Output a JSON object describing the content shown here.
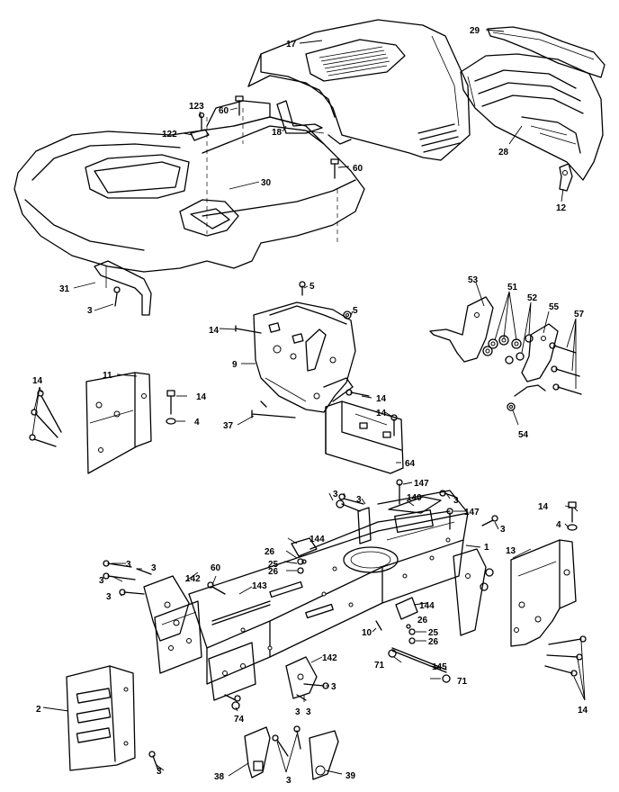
{
  "colors": {
    "line": "#000000",
    "background": "#ffffff"
  },
  "callouts": [
    {
      "id": "c1",
      "text": "1"
    },
    {
      "id": "c2",
      "text": "2"
    },
    {
      "id": "c3a",
      "text": "3"
    },
    {
      "id": "c3b",
      "text": "3"
    },
    {
      "id": "c3c",
      "text": "3"
    },
    {
      "id": "c3d",
      "text": "3"
    },
    {
      "id": "c3e",
      "text": "3"
    },
    {
      "id": "c3f",
      "text": "3"
    },
    {
      "id": "c3g",
      "text": "3"
    },
    {
      "id": "c3h",
      "text": "3"
    },
    {
      "id": "c3i",
      "text": "3"
    },
    {
      "id": "c3j",
      "text": "3"
    },
    {
      "id": "c3k",
      "text": "3"
    },
    {
      "id": "c3l",
      "text": "3"
    },
    {
      "id": "c3m",
      "text": "3"
    },
    {
      "id": "c3n",
      "text": "3"
    },
    {
      "id": "c4a",
      "text": "4"
    },
    {
      "id": "c4b",
      "text": "4"
    },
    {
      "id": "c5a",
      "text": "5"
    },
    {
      "id": "c5b",
      "text": "5"
    },
    {
      "id": "c9",
      "text": "9"
    },
    {
      "id": "c10",
      "text": "10"
    },
    {
      "id": "c11",
      "text": "11"
    },
    {
      "id": "c12",
      "text": "12"
    },
    {
      "id": "c13",
      "text": "13"
    },
    {
      "id": "c14a",
      "text": "14"
    },
    {
      "id": "c14b",
      "text": "14"
    },
    {
      "id": "c14c",
      "text": "14"
    },
    {
      "id": "c14d",
      "text": "14"
    },
    {
      "id": "c14e",
      "text": "14"
    },
    {
      "id": "c14f",
      "text": "14"
    },
    {
      "id": "c14g",
      "text": "14"
    },
    {
      "id": "c17",
      "text": "17"
    },
    {
      "id": "c18",
      "text": "18"
    },
    {
      "id": "c25a",
      "text": "25"
    },
    {
      "id": "c25b",
      "text": "25"
    },
    {
      "id": "c26a",
      "text": "26"
    },
    {
      "id": "c26b",
      "text": "26"
    },
    {
      "id": "c26c",
      "text": "26"
    },
    {
      "id": "c26d",
      "text": "26"
    },
    {
      "id": "c28",
      "text": "28"
    },
    {
      "id": "c29",
      "text": "29"
    },
    {
      "id": "c30",
      "text": "30"
    },
    {
      "id": "c31",
      "text": "31"
    },
    {
      "id": "c37",
      "text": "37"
    },
    {
      "id": "c38",
      "text": "38"
    },
    {
      "id": "c39",
      "text": "39"
    },
    {
      "id": "c51",
      "text": "51"
    },
    {
      "id": "c52",
      "text": "52"
    },
    {
      "id": "c53",
      "text": "53"
    },
    {
      "id": "c54",
      "text": "54"
    },
    {
      "id": "c55",
      "text": "55"
    },
    {
      "id": "c57",
      "text": "57"
    },
    {
      "id": "c60a",
      "text": "60"
    },
    {
      "id": "c60b",
      "text": "60"
    },
    {
      "id": "c60c",
      "text": "60"
    },
    {
      "id": "c64",
      "text": "64"
    },
    {
      "id": "c71a",
      "text": "71"
    },
    {
      "id": "c71b",
      "text": "71"
    },
    {
      "id": "c74",
      "text": "74"
    },
    {
      "id": "c122",
      "text": "122"
    },
    {
      "id": "c123",
      "text": "123"
    },
    {
      "id": "c140",
      "text": "140"
    },
    {
      "id": "c142a",
      "text": "142"
    },
    {
      "id": "c142b",
      "text": "142"
    },
    {
      "id": "c143",
      "text": "143"
    },
    {
      "id": "c144a",
      "text": "144"
    },
    {
      "id": "c144b",
      "text": "144"
    },
    {
      "id": "c145",
      "text": "145"
    },
    {
      "id": "c147a",
      "text": "147"
    },
    {
      "id": "c147b",
      "text": "147"
    }
  ]
}
